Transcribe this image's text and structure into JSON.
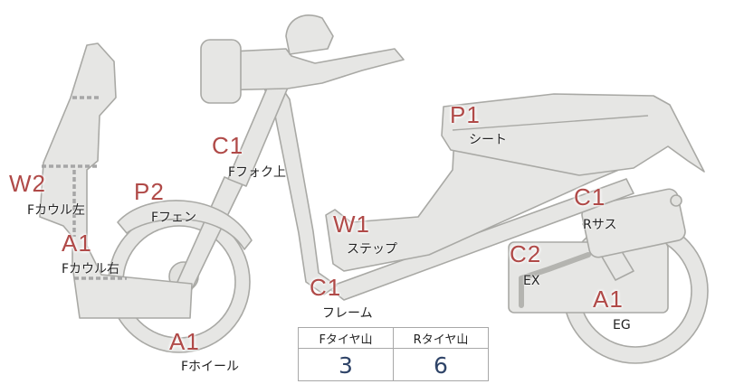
{
  "callouts": [
    {
      "code": "P1",
      "label": "シート"
    },
    {
      "code": "C1",
      "label": "Fフォク上"
    },
    {
      "code": "W2",
      "label": "Fカウル左"
    },
    {
      "code": "P2",
      "label": "Fフェン"
    },
    {
      "code": "A1",
      "label": "Fカウル右"
    },
    {
      "code": "W1",
      "label": "ステップ"
    },
    {
      "code": "C1",
      "label": "Rサス"
    },
    {
      "code": "C2",
      "label": "EX"
    },
    {
      "code": "C1",
      "label": "フレーム"
    },
    {
      "code": "A1",
      "label": "EG"
    },
    {
      "code": "A1",
      "label": "Fホイール"
    }
  ],
  "tread_table": {
    "headers": [
      "Fタイヤ山",
      "Rタイヤ山"
    ],
    "values": [
      "3",
      "6"
    ]
  },
  "colors": {
    "code_text": "#b04a48",
    "part_fill": "#e6e6e4",
    "part_outline": "#a9a9a5",
    "table_value": "#2f4468"
  }
}
